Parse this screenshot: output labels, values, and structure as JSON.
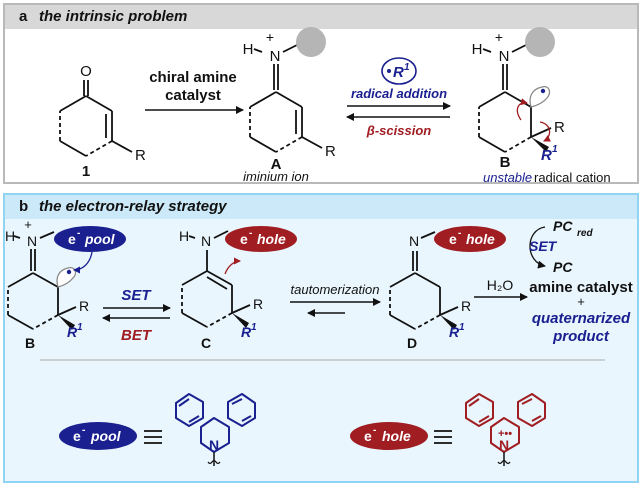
{
  "panel_a": {
    "label": "a",
    "title": "the intrinsic problem",
    "compound_1": "1",
    "reagent_line1": "chiral amine",
    "reagent_line2": "catalyst",
    "compound_A": "A",
    "compound_A_name": "iminium ion",
    "radical": "R",
    "radical_sup": "1",
    "forward_label": "radical addition",
    "reverse_label": "β-scission",
    "compound_B": "B",
    "compound_B_name_part1": "unstable",
    "compound_B_name_part2": "radical cation",
    "r_group": "R",
    "r1_group": "R",
    "r1_sup": "1",
    "oxygen": "O",
    "nitrogen": "N",
    "hydrogen": "H",
    "plus": "+"
  },
  "panel_b": {
    "label": "b",
    "title": "the electron-relay strategy",
    "e_pool": "e",
    "e_pool_word": "pool",
    "e_hole": "e",
    "e_hole_word": "hole",
    "e_minus": "-",
    "set_label": "SET",
    "bet_label": "BET",
    "tautomerization_label": "tautomerization",
    "compound_B": "B",
    "compound_C": "C",
    "compound_D": "D",
    "water": "H₂O",
    "product_line1": "amine catalyst",
    "product_plus": "+",
    "product_line2": "quaternarized",
    "product_line3": "product",
    "pc_red": "PC",
    "pc_red_sub": "red",
    "pc": "PC",
    "photo_set": "SET",
    "r_group": "R",
    "r1_group": "R",
    "r1_sup": "1",
    "nitrogen": "N",
    "hydrogen": "H",
    "plus": "+",
    "radical_dots": "+••"
  },
  "colors": {
    "navy": "#1a2090",
    "maroon": "#a01d22",
    "black": "#111111",
    "gray_circle": "#b5b5b5"
  }
}
